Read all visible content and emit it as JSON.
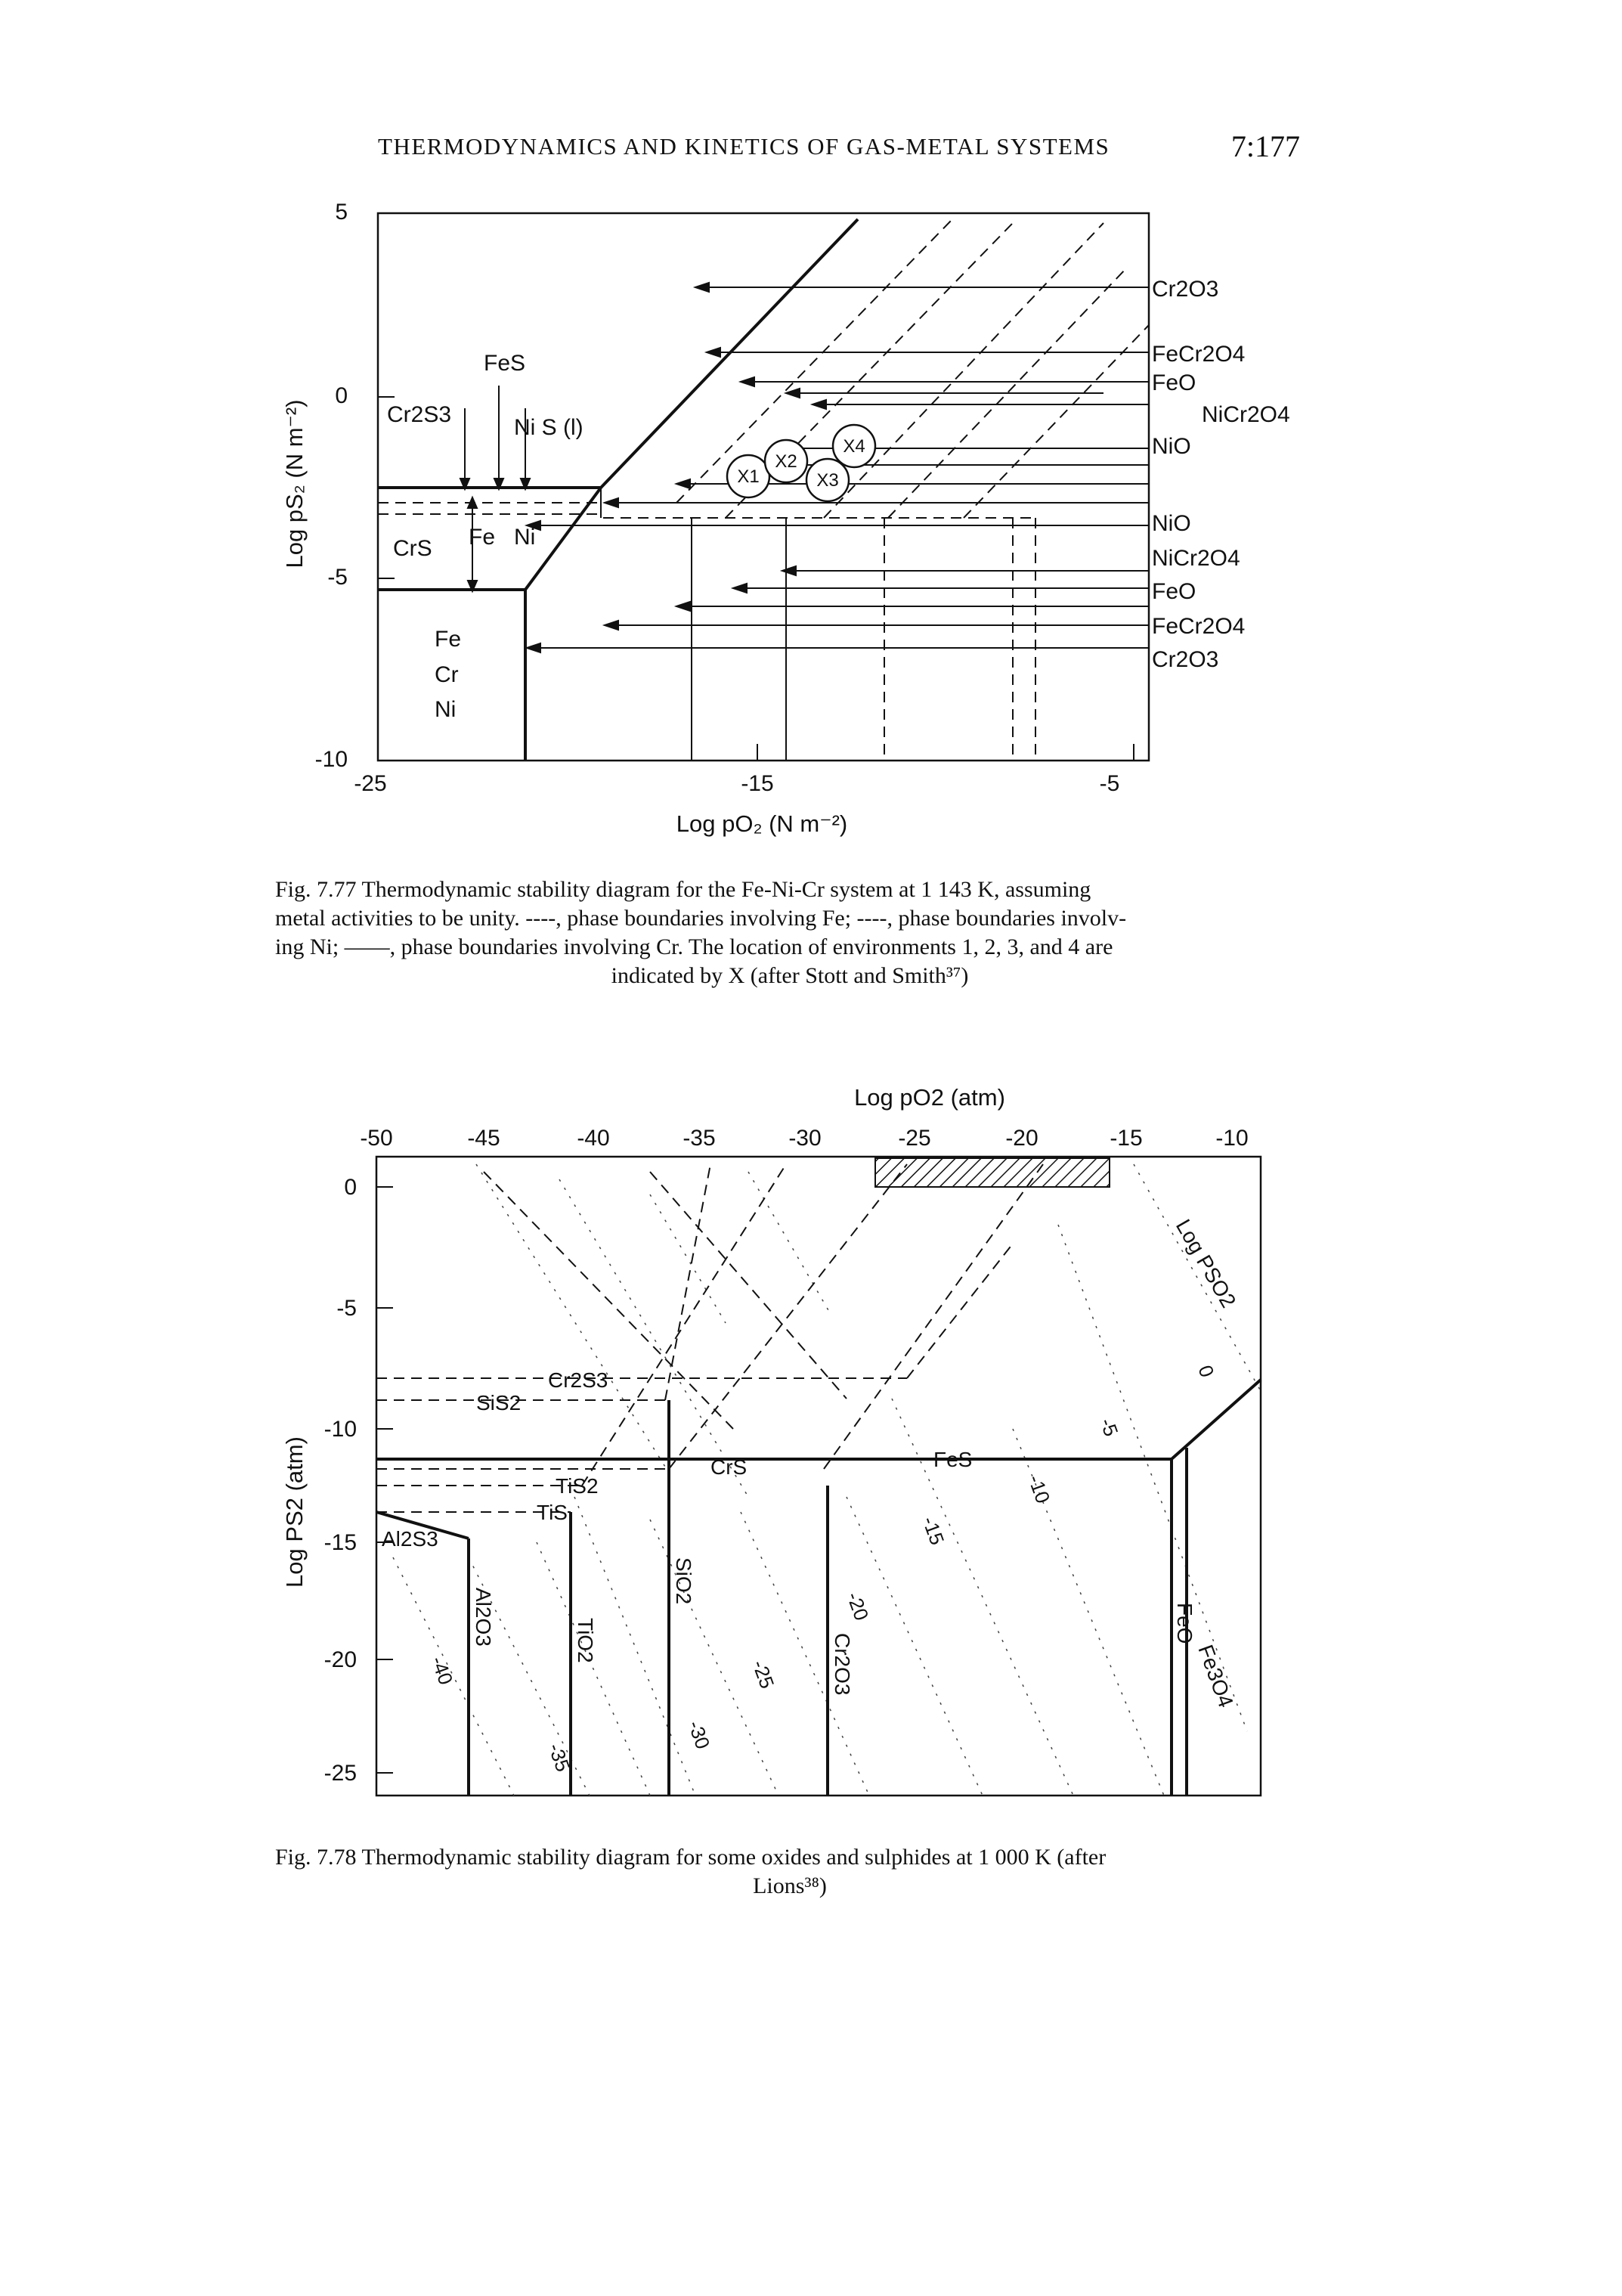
{
  "header": {
    "running_title": "THERMODYNAMICS AND KINETICS OF GAS-METAL SYSTEMS",
    "page_number": "7:177"
  },
  "figure1": {
    "caption_lines": [
      "Fig. 7.77  Thermodynamic stability diagram for the Fe-Ni-Cr system at 1 143 K, assuming",
      "metal activities to be unity. ----, phase boundaries involving Fe; ----, phase boundaries involv-",
      "ing Ni; ——, phase boundaries involving Cr. The location of environments 1, 2, 3, and 4 are"
    ],
    "caption_last": "indicated by X (after Stott and Smith³⁷)",
    "xlabel": "Log pO₂ (N m⁻²)",
    "ylabel": "Log pS₂ (N m⁻²)",
    "x_ticks": [
      "-25",
      "-15",
      "-5"
    ],
    "y_ticks": [
      "5",
      "0",
      "-5",
      "-10"
    ],
    "labels": {
      "fes": "FeS",
      "cr2s3": "Cr2S3",
      "nis": "Ni S (l)",
      "crs": "CrS",
      "fe": "Fe",
      "ni": "Ni",
      "fe2": "Fe",
      "cr": "Cr",
      "ni2": "Ni"
    },
    "env_markers": [
      "X1",
      "X2",
      "X3",
      "X4"
    ],
    "right_upper": [
      "Cr2O3",
      "FeCr2O4",
      "FeO",
      "NiCr2O4",
      "NiO"
    ],
    "right_lower": [
      "NiO",
      "NiCr2O4",
      "FeO",
      "FeCr2O4",
      "Cr2O3"
    ]
  },
  "figure2": {
    "caption_line1": "Fig. 7.78  Thermodynamic stability diagram for some oxides and sulphides at 1 000 K (after",
    "caption_line2": "Lions³⁸)",
    "top_title": "Log pO2 (atm)",
    "ylabel": "Log PS2 (atm)",
    "x_ticks": [
      "-50",
      "-45",
      "-40",
      "-35",
      "-30",
      "-25",
      "-20",
      "-15",
      "-10"
    ],
    "y_ticks": [
      "0",
      "-5",
      "-10",
      "-15",
      "-20",
      "-25"
    ],
    "log_pso2_label": "Log PSO2",
    "phases": {
      "cr2s3": "Cr2S3",
      "sis2": "SiS2",
      "tis2": "TiS2",
      "tis": "TiS",
      "al2s3": "Al2S3",
      "crs": "CrS",
      "fes": "FeS",
      "al2o3": "Al2O3",
      "tio2": "TiO2",
      "sio2": "SiO2",
      "cr2o3": "Cr2O3",
      "feo": "FeO",
      "fe3o4": "Fe3O4"
    },
    "iso_labels": [
      "0",
      "-5",
      "-10",
      "-15",
      "-20",
      "-25",
      "-30",
      "-35",
      "-40"
    ]
  }
}
